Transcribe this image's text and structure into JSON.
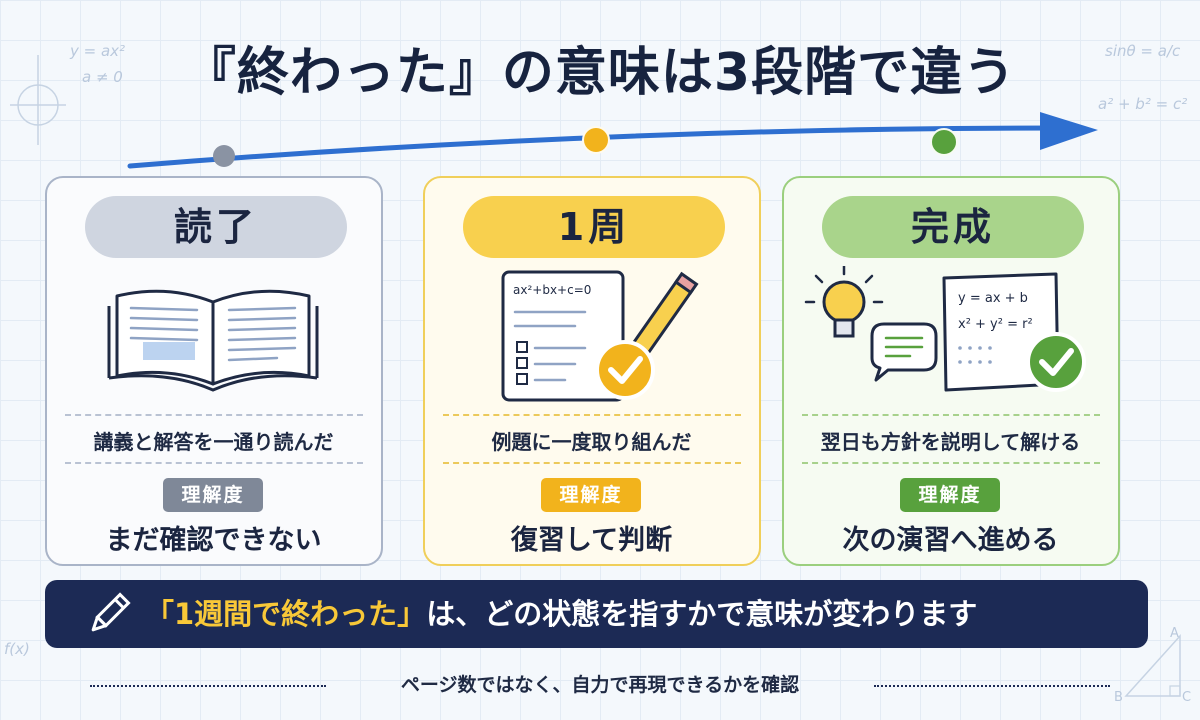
{
  "title": "『終わった』の意味は3段階で違う",
  "decorations": {
    "left_formula_1": "y = ax²",
    "left_formula_2": "a ≠ 0",
    "right_formula_1": "sinθ = a/c",
    "right_formula_2": "a² + b² = c²",
    "fx": "f(x)",
    "triangle_a": "A",
    "triangle_b": "B",
    "triangle_c": "C"
  },
  "stages": [
    {
      "label": "読了",
      "illustration": "open-book-icon",
      "description": "講義と解答を一通り読んだ",
      "badge": "理解度",
      "level": "まだ確認できない",
      "accent": "#cfd5e0",
      "dot": "#8a93a3"
    },
    {
      "label": "1周",
      "illustration": "worksheet-check-icon",
      "worksheet_formula": "ax²+bx+c=0",
      "description": "例題に一度取り組んだ",
      "badge": "理解度",
      "level": "復習して判断",
      "accent": "#f8d04e",
      "dot": "#f2b31c"
    },
    {
      "label": "完成",
      "illustration": "lightbulb-explain-icon",
      "formula_1": "y = ax + b",
      "formula_2": "x² + y² = r²",
      "description": "翌日も方針を説明して解ける",
      "badge": "理解度",
      "level": "次の演習へ進める",
      "accent": "#a9d48b",
      "dot": "#58a13d"
    }
  ],
  "banner": {
    "icon": "pencil-icon",
    "highlight": "「1週間で終わった」",
    "rest": "は、どの状態を指すかで意味が変わります"
  },
  "footer": "ページ数ではなく、自力で再現できるかを確認",
  "colors": {
    "arrow": "#2e6fd0",
    "banner_bg": "#1c2a55",
    "highlight": "#f8c838"
  }
}
